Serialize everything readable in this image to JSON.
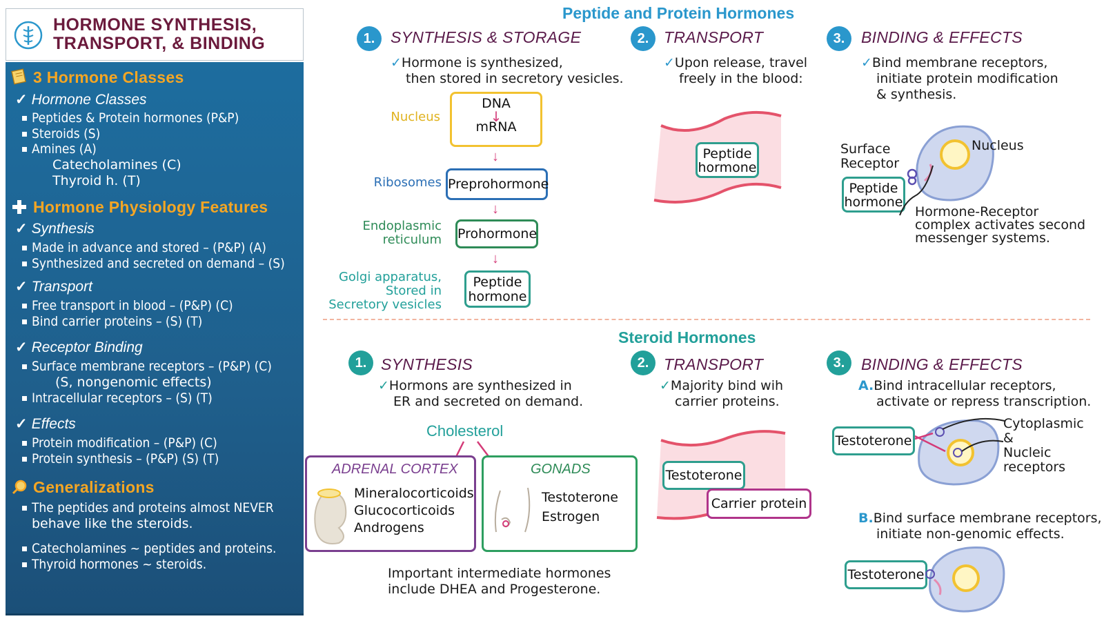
{
  "title": {
    "line1": "HORMONE SYNTHESIS,",
    "line2": "TRANSPORT, & BINDING"
  },
  "sidebar": {
    "classes": {
      "heading": "3 Hormone Classes",
      "subheading": "Hormone Classes",
      "items": [
        "Peptides & Protein hormones (P&P)",
        "Steroids (S)",
        "Amines (A)"
      ],
      "amine_items": [
        "Catecholamines (C)",
        "Thyroid h. (T)"
      ]
    },
    "features": {
      "heading": "Hormone Physiology Features",
      "synthesis": {
        "label": "Synthesis",
        "items": [
          "Made in advance and stored – (P&P) (A)",
          "Synthesized and secreted on demand – (S)"
        ]
      },
      "transport": {
        "label": "Transport",
        "items": [
          "Free transport in blood – (P&P) (C)",
          "Bind carrier proteins – (S) (T)"
        ]
      },
      "binding": {
        "label": "Receptor Binding",
        "item1": "Surface membrane receptors  – (P&P) (C)",
        "item1_sub": "(S, nongenomic effects)",
        "item2": "Intracellular receptors – (S) (T)"
      },
      "effects": {
        "label": "Effects",
        "items": [
          "Protein modification – (P&P) (C)",
          "Protein synthesis – (P&P) (S) (T)"
        ]
      }
    },
    "generalizations": {
      "heading": "Generalizations",
      "item1_line1": "The peptides and proteins almost NEVER",
      "item1_line2": "behave like the steroids.",
      "item2": "Catecholamines ~ peptides and proteins.",
      "item3": "Thyroid hormones ~ steroids."
    }
  },
  "peptide": {
    "header": "Peptide and Protein Hormones",
    "step1": {
      "num": "1.",
      "title": "SYNTHESIS & STORAGE",
      "note1": "Hormone is synthesized,",
      "note2": "then stored in secretory vesicles."
    },
    "step2": {
      "num": "2.",
      "title": "TRANSPORT",
      "note1": "Upon release, travel",
      "note2": "freely in the blood:"
    },
    "step3": {
      "num": "3.",
      "title": "BINDING & EFFECTS",
      "note1": "Bind membrane receptors,",
      "note2": "initiate protein modification",
      "note3": "& synthesis."
    },
    "flow": {
      "dna": "DNA",
      "mrna": "mRNA",
      "preprohormone": "Preprohormone",
      "prohormone": "Prohormone",
      "peptide_line1": "Peptide",
      "peptide_line2": "hormone",
      "nucleus_label": "Nucleus",
      "ribosomes_label": "Ribosomes",
      "er_line1": "Endoplasmic",
      "er_line2": "reticulum",
      "golgi_line1": "Golgi apparatus,",
      "golgi_line2": "Stored in",
      "golgi_line3": "Secretory vesicles"
    },
    "transport_box": {
      "line1": "Peptide",
      "line2": "hormone"
    },
    "binding": {
      "surface_line1": "Surface",
      "surface_line2": "Receptor",
      "nucleus": "Nucleus",
      "box_line1": "Peptide",
      "box_line2": "hormone",
      "complex_line1": "Hormone-Receptor",
      "complex_line2": "complex activates second",
      "complex_line3": "messenger systems."
    }
  },
  "steroid": {
    "header": "Steroid Hormones",
    "step1": {
      "num": "1.",
      "title": "SYNTHESIS",
      "note1": "Hormons are synthesized  in",
      "note2": "ER and secreted on demand."
    },
    "step2": {
      "num": "2.",
      "title": "TRANSPORT",
      "note1": "Majority bind wih",
      "note2": "carrier proteins."
    },
    "step3": {
      "num": "3.",
      "title": "BINDING & EFFECTS"
    },
    "cholesterol": "Cholesterol",
    "adrenal": {
      "title": "ADRENAL CORTEX",
      "items": [
        "Mineralocorticoids",
        "Glucocorticoids",
        "Androgens"
      ]
    },
    "gonads": {
      "title": "GONADS",
      "items": [
        "Testoterone",
        "Estrogen"
      ]
    },
    "intermediate_line1": "Important intermediate hormones",
    "intermediate_line2": "include DHEA and Progesterone.",
    "transport_testo": "Testoterone",
    "carrier": "Carrier protein",
    "binding_a": {
      "letter": "A.",
      "line1": "Bind intracellular receptors,",
      "line2": "activate or repress transcription.",
      "box": "Testoterone",
      "label_line1": "Cytoplasmic",
      "label_line2": "&",
      "label_line3": "Nucleic",
      "label_line4": "receptors"
    },
    "binding_b": {
      "letter": "B.",
      "line1": "Bind surface membrane receptors,",
      "line2": "initiate non-genomic effects.",
      "box": "Testoterone"
    }
  },
  "colors": {
    "sidebar": "#1f5f8c",
    "orange": "#f6a623",
    "teal": "#2e9e8e",
    "blue_header": "#2a97cc",
    "magenta": "#d43b78",
    "purple": "#7a3f8f",
    "yellow": "#f2c230"
  }
}
